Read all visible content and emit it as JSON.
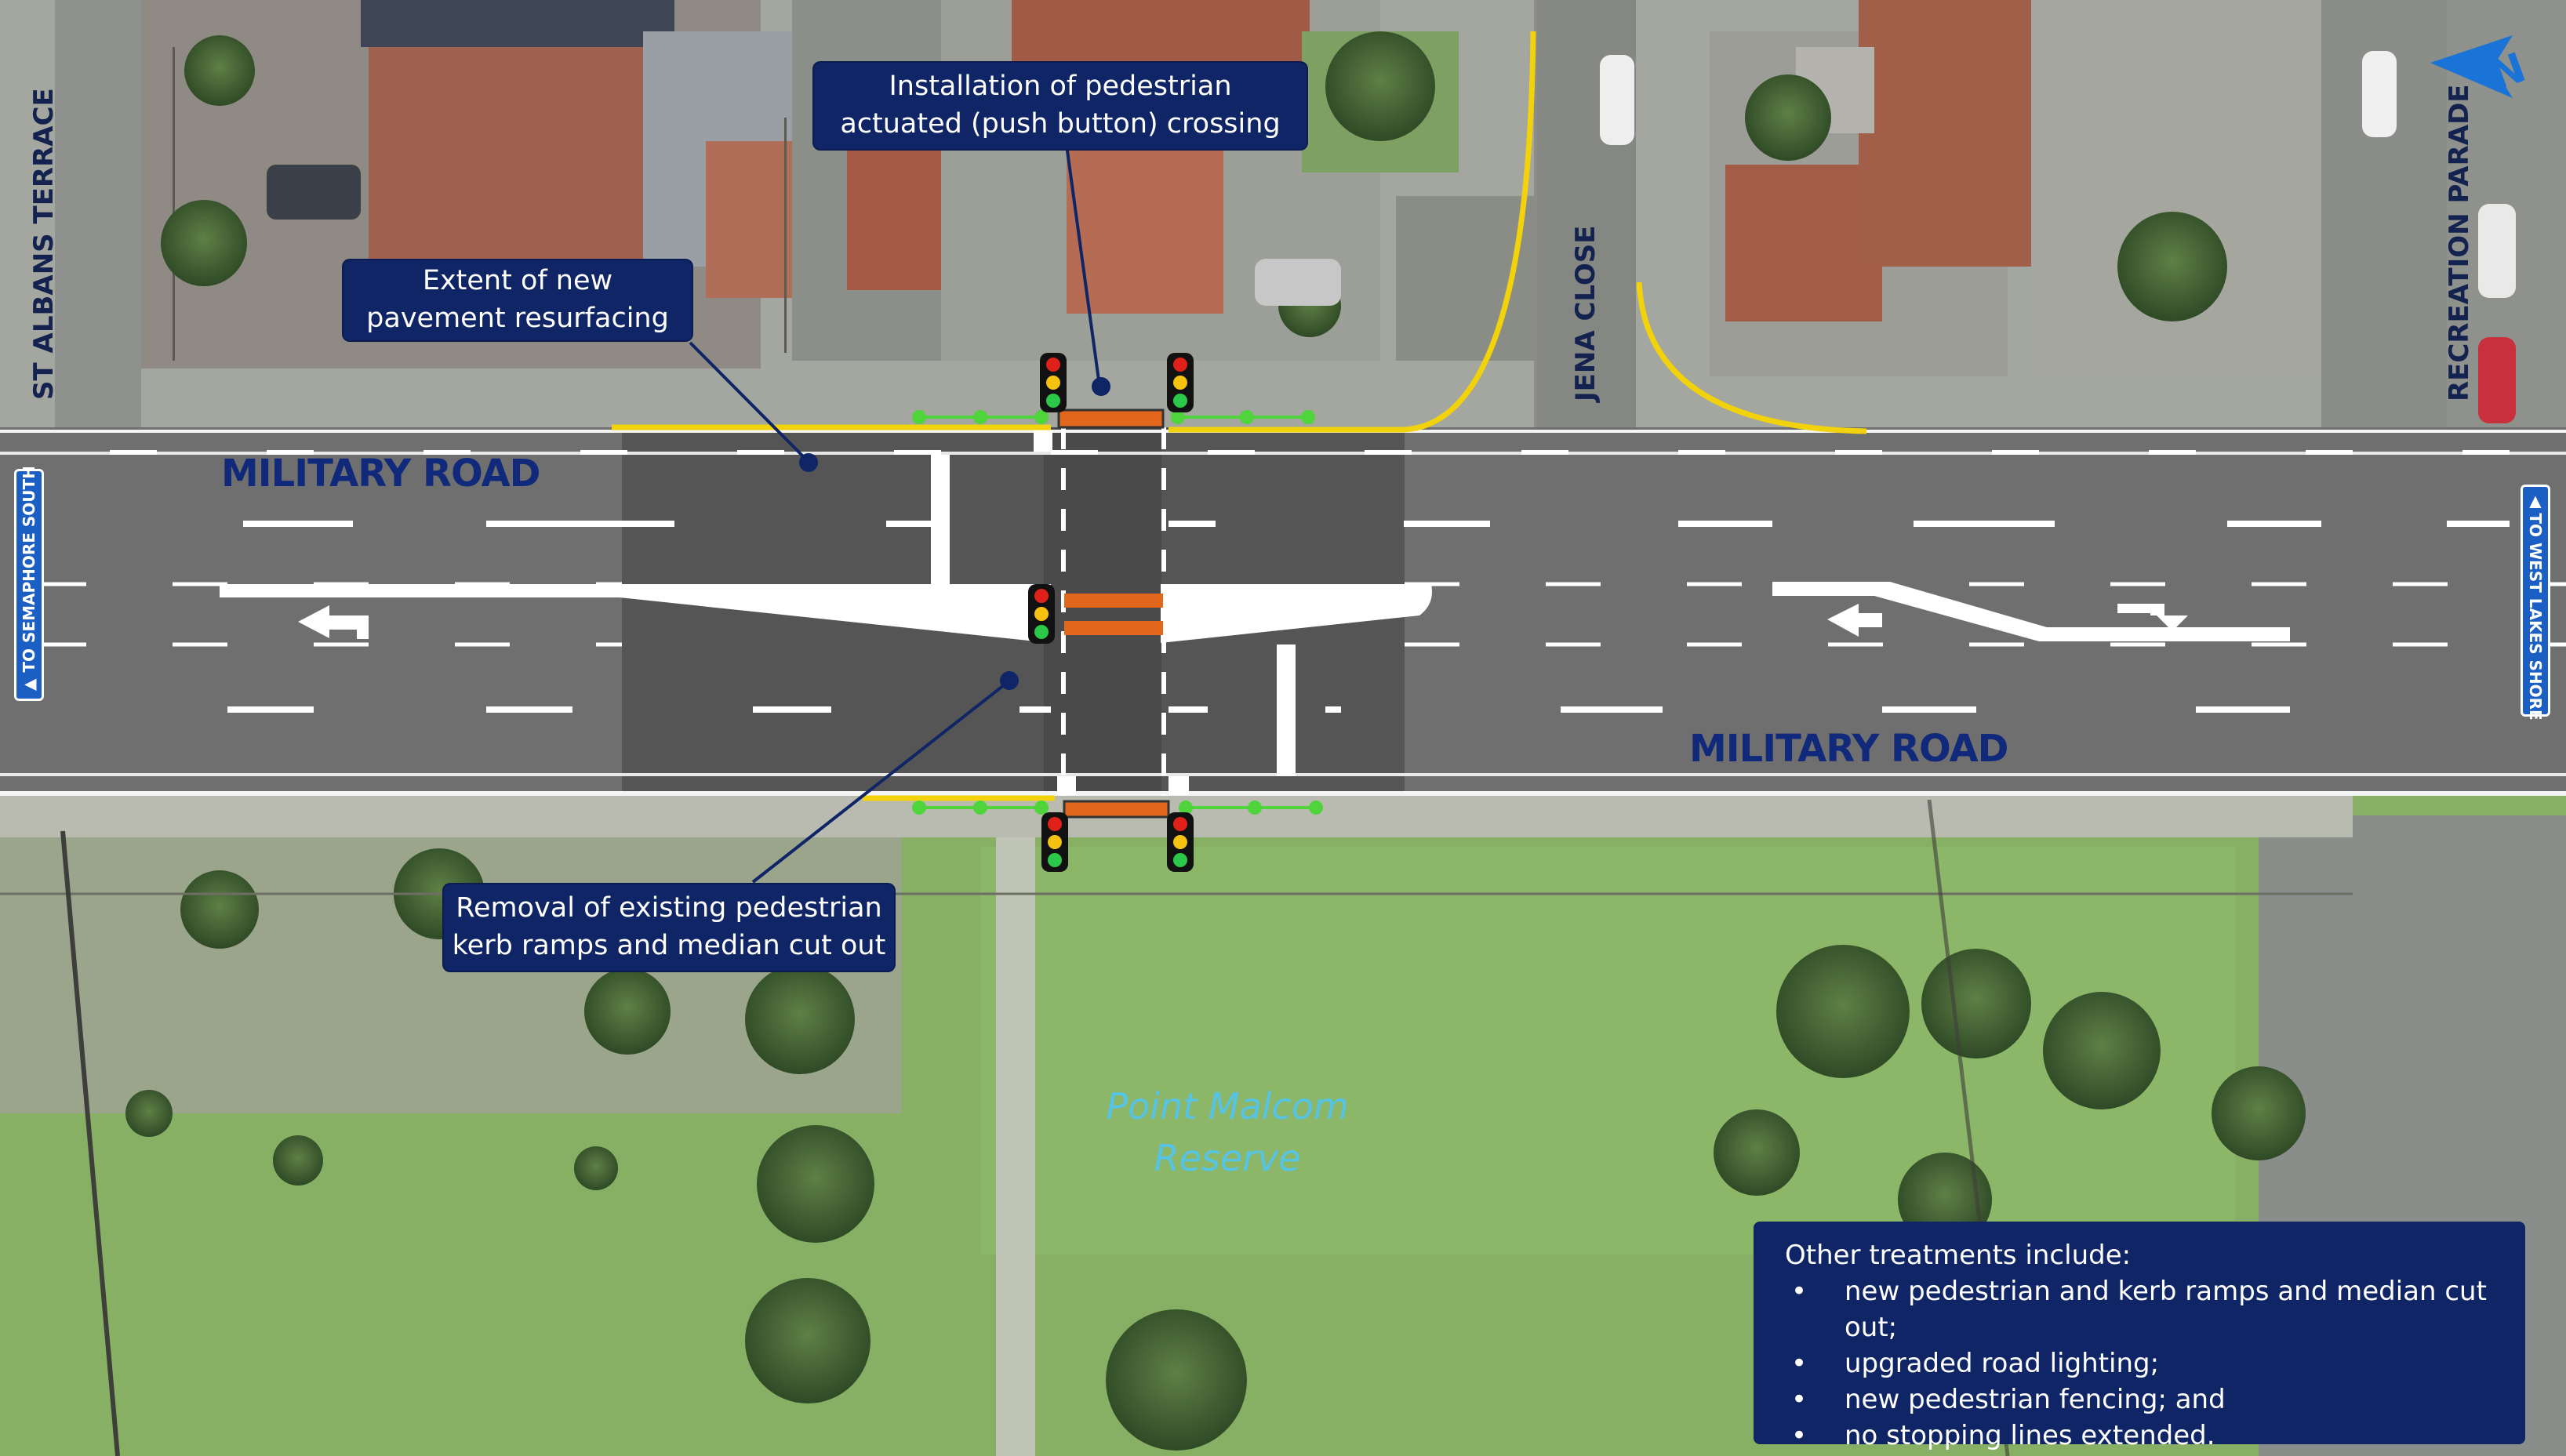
{
  "roads": {
    "military_road_west": "MILITARY ROAD",
    "military_road_east": "MILITARY ROAD",
    "st_albans_terrace": "ST ALBANS TERRACE",
    "jena_close": "JENA CLOSE",
    "recreation_parade": "RECREATION PARADE"
  },
  "signs": {
    "to_semaphore_south": "TO SEMAPHORE SOUTH",
    "to_west_lakes_shore": "TO WEST LAKES SHORE"
  },
  "callouts": {
    "pedestrian_crossing": [
      "Installation of pedestrian",
      "actuated (push button) crossing"
    ],
    "resurfacing": [
      "Extent of new",
      "pavement resurfacing"
    ],
    "removal": [
      "Removal of existing pedestrian",
      "kerb ramps and median cut out"
    ]
  },
  "reserve": [
    "Point Malcom",
    "Reserve"
  ],
  "other_treatments": {
    "heading": "Other treatments include:",
    "items": [
      "new pedestrian and kerb ramps and median cut out;",
      "upgraded road lighting;",
      "new pedestrian fencing; and",
      "no stopping lines extended."
    ]
  },
  "compass": {
    "letter": "N",
    "icon": "north-arrow-icon"
  },
  "colors": {
    "callout_fill": "#0f2566",
    "road": "#6f6f6f",
    "resurfaced_road": "#555555",
    "no_stopping_line": "#f2d20a",
    "crossing_pad": "#e2661c",
    "fence": "#4fd43b",
    "signal_red": "#e0211a",
    "signal_amber": "#f4c20f",
    "signal_green": "#2cc84a",
    "reserve_label": "#56c4e6"
  }
}
